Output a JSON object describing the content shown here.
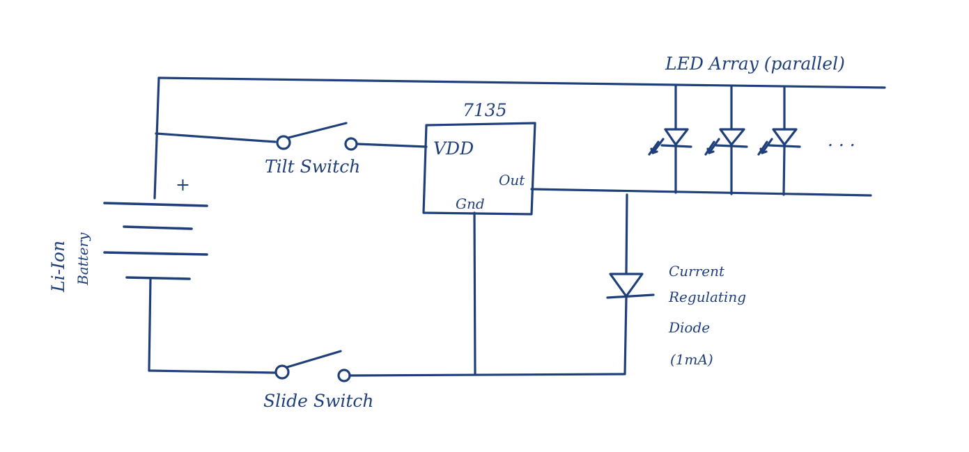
{
  "labels": {
    "led_array": "LED Array (parallel)",
    "chip_name": "7135",
    "chip_vdd": "VDD",
    "chip_out": "Out",
    "chip_gnd": "Gnd",
    "tilt_switch": "Tilt Switch",
    "slide_switch": "Slide Switch",
    "battery_plus": "+",
    "battery_line1": "Li-Ion",
    "battery_line2": "Battery",
    "crd_line1": "Current",
    "crd_line2": "Regulating",
    "crd_line3": "Diode",
    "crd_line4": "(1mA)",
    "ellipsis": ". . ."
  },
  "colors": {
    "ink": "#1f3f7a",
    "paper": "#ffffff"
  }
}
